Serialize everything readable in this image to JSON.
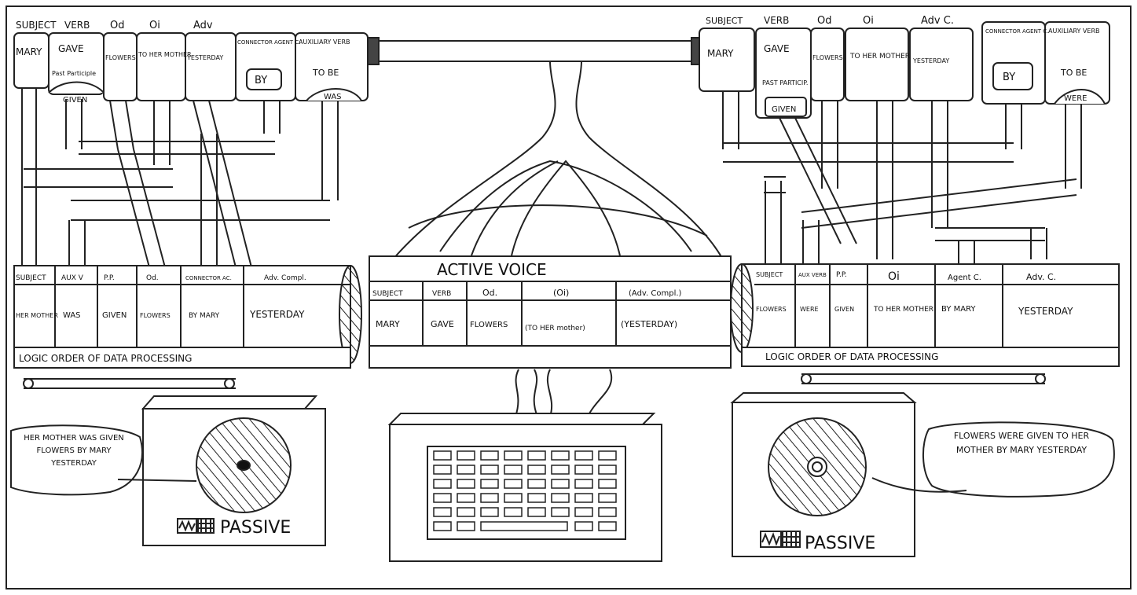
{
  "left_panel": {
    "headers": [
      "SUBJECT",
      "VERB",
      "Od",
      "Oi",
      "Adv"
    ],
    "boxes": {
      "subject": "MARY",
      "verb": "GAVE",
      "verb_participle_label": "Past Participle",
      "verb_participle_value": "GIVEN",
      "od": "FLOWERS",
      "oi": "TO HER MOTHER",
      "adv": "YESTERDAY",
      "connector_label": "CONNECTOR AGENT C.",
      "connector_value": "BY",
      "auxiliary_label": "AUXILIARY VERB",
      "auxiliary_value": "TO BE",
      "auxiliary_form": "WAS"
    },
    "tube": {
      "headers": [
        "SUBJECT",
        "AUX V",
        "P.P.",
        "Od.",
        "CONNECTOR AC.",
        "Adv. Compl."
      ],
      "values": [
        "HER MOTHER",
        "WAS",
        "GIVEN",
        "FLOWERS",
        "BY MARY",
        "YESTERDAY"
      ],
      "caption": "LOGIC ORDER OF DATA PROCESSING"
    },
    "monitor": {
      "speech": "HER MOTHER WAS GIVEN FLOWERS BY MARY YESTERDAY",
      "label": "PASSIVE"
    }
  },
  "center_panel": {
    "title": "ACTIVE VOICE",
    "headers": [
      "SUBJECT",
      "VERB",
      "Od.",
      "(Oi)",
      "(Adv. Compl.)"
    ],
    "values": [
      "MARY",
      "GAVE",
      "FLOWERS",
      "(TO HER mother)",
      "(YESTERDAY)"
    ]
  },
  "right_panel": {
    "headers": [
      "SUBJECT",
      "VERB",
      "Od",
      "Oi",
      "Adv C."
    ],
    "boxes": {
      "subject": "MARY",
      "verb": "GAVE",
      "verb_participle_label": "PAST PARTICIP.",
      "verb_participle_value": "GIVEN",
      "od": "FLOWERS",
      "oi": "TO HER MOTHER",
      "adv": "YESTERDAY",
      "connector_label": "CONNECTOR AGENT C.",
      "connector_value": "BY",
      "auxiliary_label": "AUXILIARY VERB",
      "auxiliary_value": "TO BE",
      "auxiliary_form": "WERE"
    },
    "tube": {
      "headers": [
        "SUBJECT",
        "AUX VERB",
        "P.P.",
        "Oi",
        "Agent C.",
        "Adv. C."
      ],
      "values": [
        "FLOWERS",
        "WERE",
        "GIVEN",
        "TO HER MOTHER",
        "BY MARY",
        "YESTERDAY"
      ],
      "caption": "LOGIC ORDER OF DATA PROCESSING"
    },
    "monitor": {
      "speech": "FLOWERS WERE GIVEN TO HER MOTHER BY MARY YESTERDAY",
      "label": "PASSIVE"
    }
  }
}
